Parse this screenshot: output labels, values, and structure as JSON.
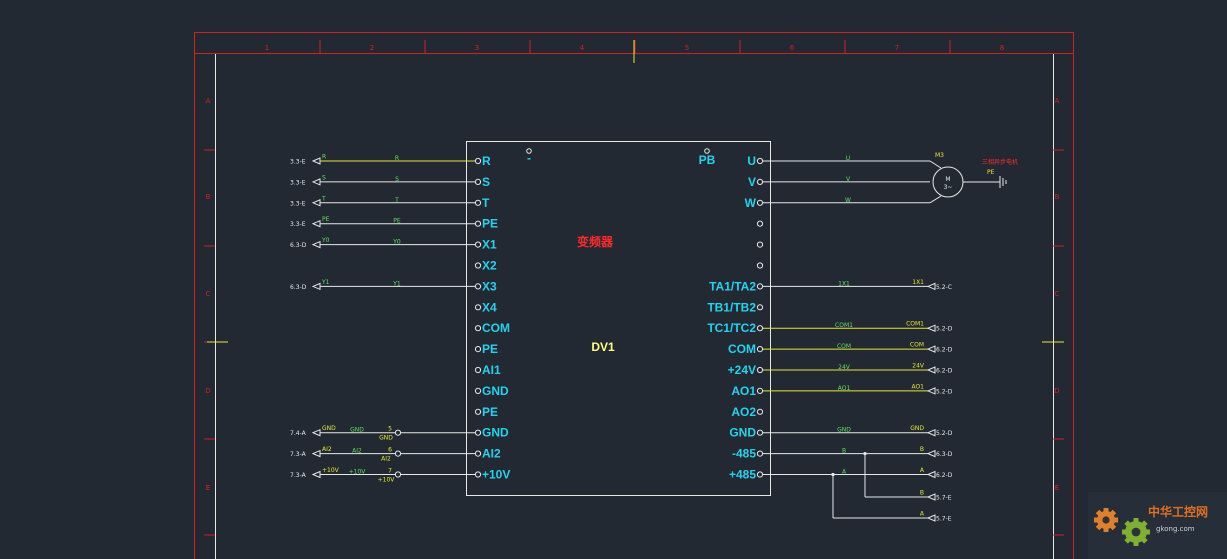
{
  "colors": {
    "background": "#222933",
    "frame_red": "#d02020",
    "frame_white": "#e8e8e8",
    "pin_cyan": "#22d3ee",
    "wire_yellow": "#e8e830",
    "wire_white": "#e8e8e8",
    "label_green": "#60e060",
    "title_red": "#ff2a2a",
    "dv1_yellow": "#ffff80"
  },
  "frame": {
    "columns": [
      "1",
      "2",
      "3",
      "4",
      "5",
      "6",
      "7",
      "8"
    ],
    "rows": [
      "A",
      "B",
      "C",
      "C",
      "D",
      "E",
      "E"
    ]
  },
  "device": {
    "title": "变频器",
    "tag": "DV1",
    "top_left_label": "-",
    "top_right_label": "PB",
    "left_pins": [
      "R",
      "S",
      "T",
      "PE",
      "X1",
      "X2",
      "X3",
      "X4",
      "COM",
      "PE",
      "AI1",
      "GND",
      "PE",
      "GND",
      "AI2",
      "+10V"
    ],
    "right_pins": [
      "U",
      "V",
      "W",
      "",
      "",
      "",
      "TA1/TA2",
      "TB1/TB2",
      "TC1/TC2",
      "COM",
      "+24V",
      "AO1",
      "AO2",
      "GND",
      "-485",
      "+485"
    ]
  },
  "left_refs": [
    {
      "row": 0,
      "ref": "3.3-E",
      "wire": "R",
      "mid": "R",
      "color": "yellow"
    },
    {
      "row": 1,
      "ref": "3.3-E",
      "wire": "S",
      "mid": "S",
      "color": "white"
    },
    {
      "row": 2,
      "ref": "3.3-E",
      "wire": "T",
      "mid": "T",
      "color": "white"
    },
    {
      "row": 3,
      "ref": "3.3-E",
      "wire": "PE",
      "mid": "PE",
      "color": "white"
    },
    {
      "row": 4,
      "ref": "6.3-D",
      "wire": "Y0",
      "mid": "Y0",
      "color": "white"
    },
    {
      "row": 6,
      "ref": "6.3-D",
      "wire": "Y1",
      "mid": "Y1",
      "color": "white"
    },
    {
      "row": 13,
      "ref": "7.4-A",
      "wire": "GND",
      "mid": "GND",
      "color": "white",
      "pin_no": "5",
      "pin_name": "GND"
    },
    {
      "row": 14,
      "ref": "7.3-A",
      "wire": "AI2",
      "mid": "AI2",
      "color": "white",
      "pin_no": "6",
      "pin_name": "AI2"
    },
    {
      "row": 15,
      "ref": "7.3-A",
      "wire": "+10V",
      "mid": "+10V",
      "color": "white",
      "pin_no": "7",
      "pin_name": "+10V"
    }
  ],
  "right_refs": [
    {
      "row": 6,
      "wire": "1X1",
      "mid": "1X1",
      "ref": "5.2-C",
      "color": "white"
    },
    {
      "row": 8,
      "wire": "COM1",
      "mid": "COM1",
      "ref": "5.2-D",
      "color": "yellow"
    },
    {
      "row": 9,
      "wire": "COM",
      "mid": "COM",
      "ref": "6.2-D",
      "color": "yellow"
    },
    {
      "row": 10,
      "wire": "24V",
      "mid": "24V",
      "ref": "6.2-D",
      "color": "yellow"
    },
    {
      "row": 11,
      "wire": "AO1",
      "mid": "AO1",
      "ref": "5.2-D",
      "color": "yellow"
    },
    {
      "row": 13,
      "wire": "GND",
      "mid": "GND",
      "ref": "5.2-D",
      "color": "white"
    },
    {
      "row": 14,
      "wire": "B",
      "mid": "B",
      "ref": "6.3-D",
      "color": "white"
    },
    {
      "row": 15,
      "wire": "A",
      "mid": "A",
      "ref": "6.2-D",
      "color": "white"
    }
  ],
  "branch_refs": [
    {
      "wire": "B",
      "ref": "5.7-E"
    },
    {
      "wire": "A",
      "ref": "5.7-E"
    }
  ],
  "motor": {
    "tag": "M3",
    "symbol": "M",
    "phase": "3~",
    "wires": [
      "U",
      "V",
      "W"
    ],
    "caption": "三相异步电机",
    "pe_label": "PE"
  },
  "watermark": {
    "text": "中华工控网",
    "url": "gkong.com"
  }
}
